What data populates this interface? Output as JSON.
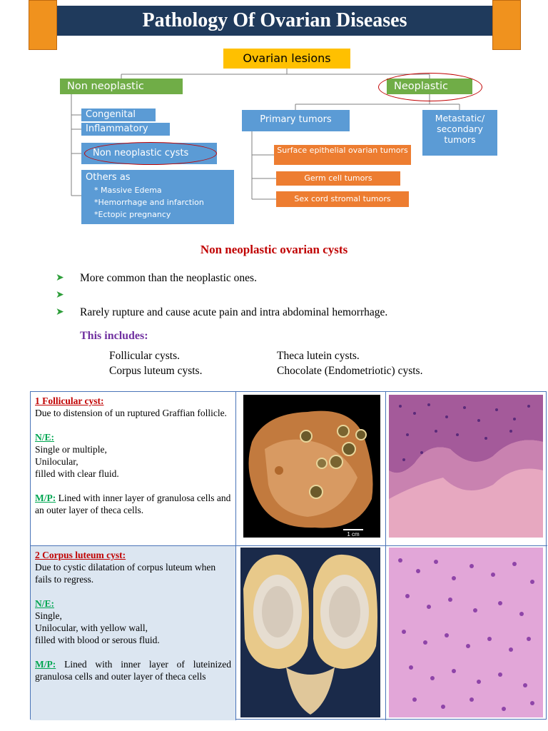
{
  "title": "Pathology Of Ovarian Diseases",
  "diagram": {
    "root": "Ovarian lesions",
    "non_neoplastic": "Non neoplastic",
    "neoplastic": "Neoplastic",
    "congenital": "Congenital",
    "inflammatory": "Inflammatory",
    "non_neoplastic_cysts": "Non neoplastic cysts",
    "others_title": "Others as",
    "others_items": [
      "* Massive Edema",
      "*Hemorrhage and infarction",
      "*Ectopic pregnancy"
    ],
    "primary_tumors": "Primary tumors",
    "metastatic": "Metastatic/ secondary tumors",
    "surface": "Surface epithelial ovarian tumors",
    "germ": "Germ cell tumors",
    "sex_cord": "Sex cord stromal tumors"
  },
  "section_title": "Non neoplastic ovarian cysts",
  "bullets": [
    "More common than the neoplastic ones.",
    "",
    "Rarely rupture and cause acute pain and intra abdominal hemorrhage."
  ],
  "includes_label": "This includes:",
  "includes_left": [
    "Follicular cysts.",
    "Corpus luteum cysts."
  ],
  "includes_right": [
    "Theca lutein cysts.",
    "Chocolate (Endometriotic) cysts."
  ],
  "table": {
    "row1": {
      "heading": "1  Follicular cyst:",
      "desc": "Due to distension of un ruptured Graffian follicle.",
      "ne_label": "N/E:",
      "ne_lines": [
        "Single or multiple,",
        "Unilocular,",
        "filled with clear fluid."
      ],
      "mp_label": "M/P:",
      "mp_text": " Lined with inner layer of granulosa cells and an outer layer of theca cells.",
      "scale": "1 cm"
    },
    "row2": {
      "heading": "2  Corpus luteum cyst:",
      "desc": "Due to cystic dilatation of corpus luteum when fails to regress.",
      "ne_label": "N/E:",
      "ne_lines": [
        "Single,",
        "Unilocular, with yellow wall,",
        "filled with blood or serous fluid."
      ],
      "mp_label": "M/P:",
      "mp_text": " Lined with inner layer of luteinized granulosa cells and outer layer of theca cells"
    }
  },
  "colors": {
    "title_bg": "#1f3a5c",
    "accent_orange": "#f0921e",
    "root_yellow": "#ffc000",
    "green_box": "#70ad47",
    "blue_box": "#5b9bd5",
    "orange_box": "#ed7d31",
    "heading_red": "#c00000",
    "includes_purple": "#7030a0"
  }
}
